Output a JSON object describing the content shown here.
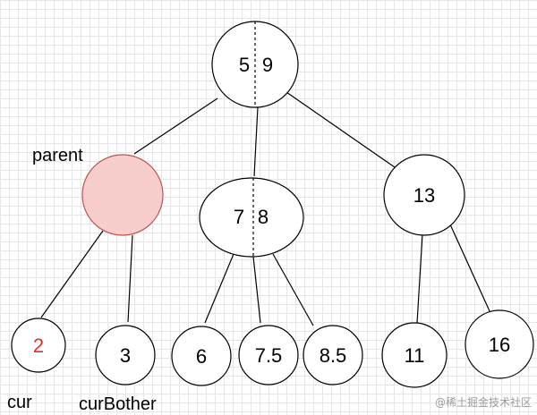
{
  "nodes": {
    "root": {
      "left": "5",
      "right": "9"
    },
    "parent": {
      "label": ""
    },
    "mid": {
      "left": "7",
      "right": "8"
    },
    "right": {
      "label": "13"
    },
    "cur": {
      "label": "2"
    },
    "cur_brother": {
      "label": "3"
    },
    "n6": {
      "label": "6"
    },
    "n75": {
      "label": "7.5"
    },
    "n85": {
      "label": "8.5"
    },
    "n11": {
      "label": "11"
    },
    "n16": {
      "label": "16"
    }
  },
  "annotations": {
    "parent": "parent",
    "cur": "cur",
    "cur_brother": "curBother"
  },
  "colors": {
    "highlight_fill": "#f8cecc",
    "highlight_stroke": "#b85450",
    "cur_text": "#e0302a"
  },
  "watermark": "@稀土掘金技术社区"
}
